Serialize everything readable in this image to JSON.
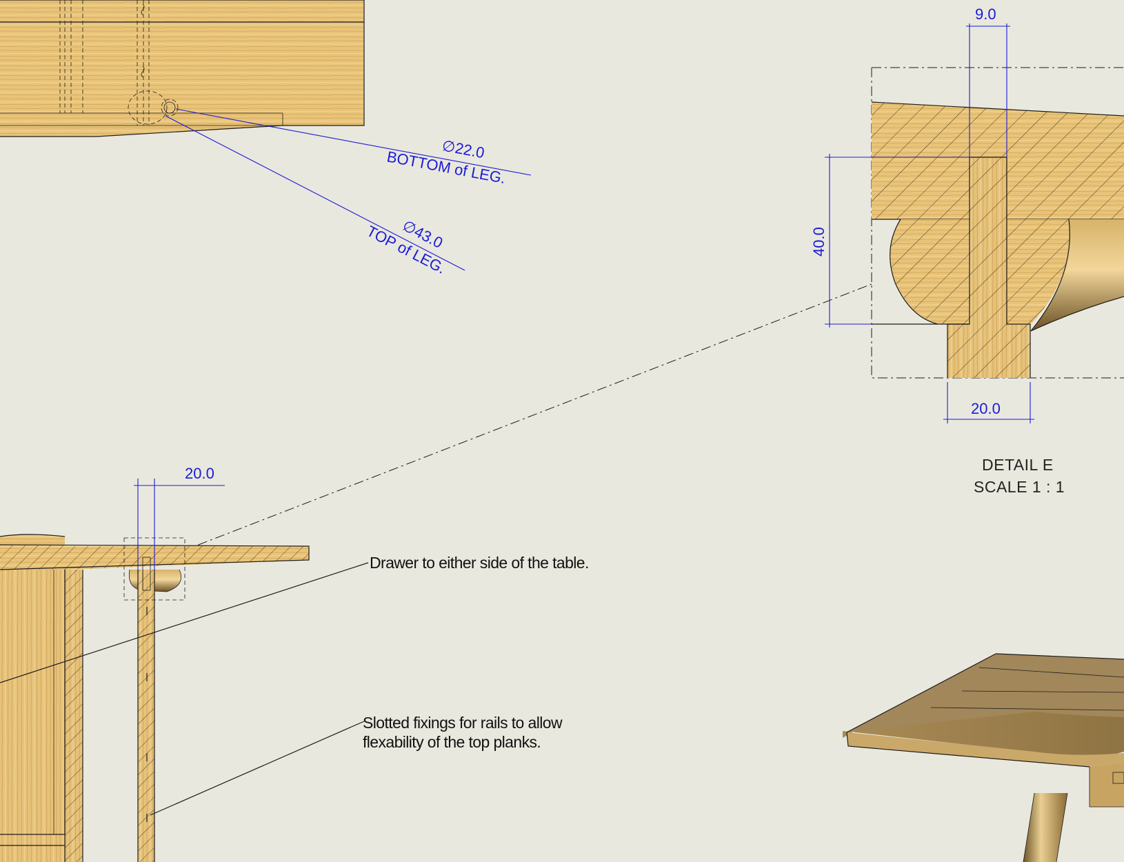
{
  "colors": {
    "background": "#e9e8de",
    "dimension_blue": "#1b1bd8",
    "wood_light": "#e8c47a",
    "wood_dark": "#c9a056",
    "line_black": "#1c1c1c"
  },
  "callouts": {
    "bottom_dia": "∅22.0",
    "bottom_label": "BOTTOM of LEG.",
    "top_dia": "∅43.0",
    "top_label": "TOP of LEG."
  },
  "detail": {
    "width_top": "9.0",
    "height": "40.0",
    "width_bottom": "20.0",
    "title": "DETAIL E",
    "scale": "SCALE 1 : 1"
  },
  "section": {
    "width": "20.0"
  },
  "notes": {
    "drawer": "Drawer to either side of the table.",
    "slotted_line1": "Slotted fixings for rails to allow",
    "slotted_line2": "flexability of the top planks."
  }
}
